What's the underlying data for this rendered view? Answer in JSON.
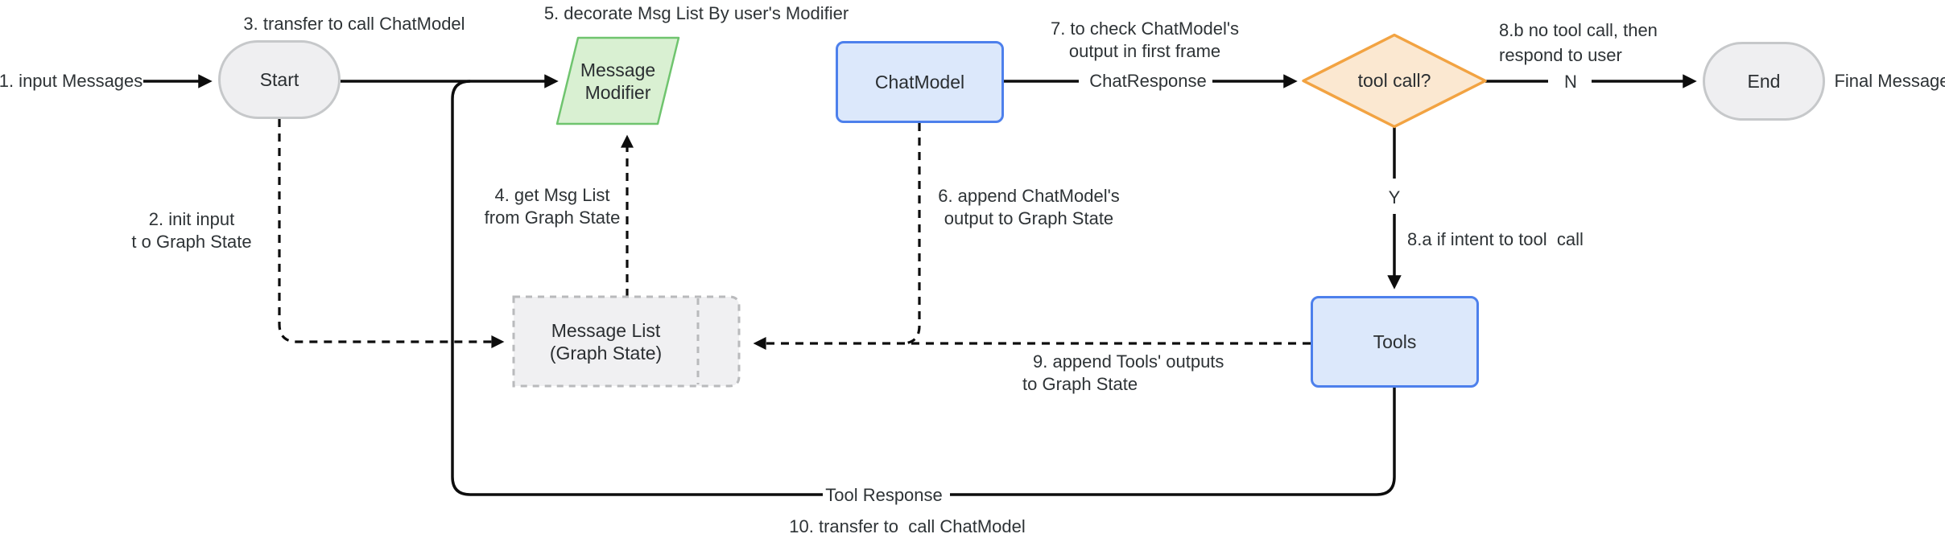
{
  "colors": {
    "background": "#ffffff",
    "edge": "#0d0d0d",
    "label_text": "#2e3336",
    "node_text": "#2a2e31",
    "start_end_fill": "#efeff1",
    "start_end_border": "#c6c8ca",
    "modifier_fill": "#d9f0d2",
    "modifier_border": "#6fc46e",
    "model_fill": "#dce8fb",
    "model_border": "#4d80ec",
    "decision_fill": "#fbe8d1",
    "decision_border": "#f2a342",
    "state_fill": "#f0f0f2",
    "state_border": "#b9babc"
  },
  "nodes": {
    "start": "Start",
    "message_modifier": "Message\nModifier",
    "chat_model": "ChatModel",
    "decision": "tool call?",
    "tools": "Tools",
    "message_list": "Message List\n(Graph State)",
    "end": "End"
  },
  "labels": {
    "input_messages": "1. input Messages",
    "init_input": "2. init input\nt o Graph State",
    "transfer_call_chatmodel": "3. transfer to call ChatModel",
    "get_msg_list": "4. get Msg List\nfrom Graph State",
    "decorate_msg_list": "5. decorate Msg List By user's Modifier",
    "append_chatmodel_output": "6. append ChatModel's\noutput to Graph State",
    "check_output": "7. to check ChatModel's\noutput in first frame",
    "chat_response": "ChatResponse",
    "if_intent_tool_call": "8.a if intent to tool  call",
    "no_tool_call": "8.b no tool call, then\nrespond to user",
    "append_tools_outputs": "9. append Tools' outputs\nto Graph State",
    "tool_response": "Tool Response",
    "transfer_tool_response": "10. transfer to  call ChatModel",
    "yes": "Y",
    "no": "N",
    "final_message": "Final Message"
  }
}
